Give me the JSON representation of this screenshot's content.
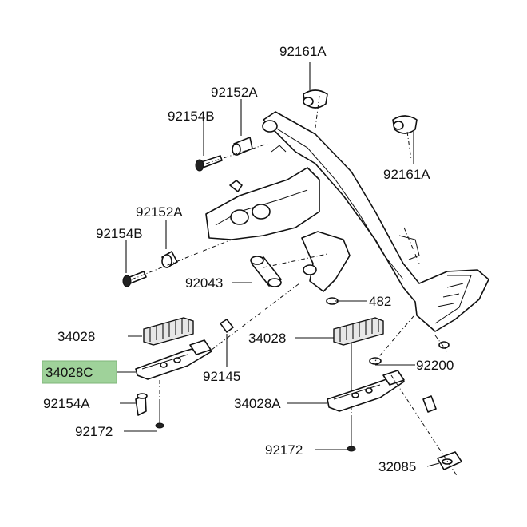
{
  "callouts": {
    "c92161A_top": "92161A",
    "c92152A_top": "92152A",
    "c92154B_top": "92154B",
    "c92161A_right": "92161A",
    "c92152A_mid": "92152A",
    "c92154B_mid": "92154B",
    "c92043": "92043",
    "c482": "482",
    "c34028_left": "34028",
    "c34028C": "34028C",
    "c92145": "92145",
    "c34028_right": "34028",
    "c92200": "92200",
    "c92154A": "92154A",
    "c34028A": "34028A",
    "c92172_left": "92172",
    "c92172_right": "92172",
    "c32085": "32085"
  },
  "colors": {
    "highlight": "#9fd29a",
    "line": "#111111",
    "background": "#ffffff"
  }
}
